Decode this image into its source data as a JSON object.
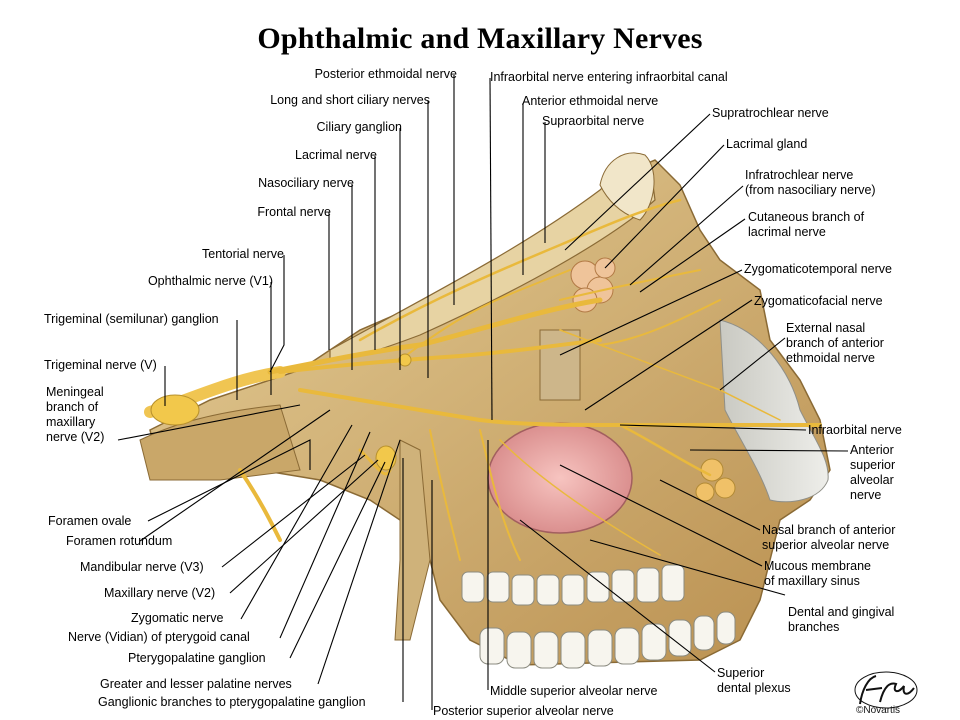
{
  "title": "Ophthalmic and Maxillary Nerves",
  "labels": {
    "l01": "Posterior ethmoidal nerve",
    "l02": "Long and short ciliary nerves",
    "l03": "Ciliary ganglion",
    "l04": "Lacrimal nerve",
    "l05": "Nasociliary nerve",
    "l06": "Frontal nerve",
    "l07": "Tentorial nerve",
    "l08": "Ophthalmic nerve (V1)",
    "l09": "Trigeminal (semilunar) ganglion",
    "l10": "Trigeminal nerve (V)",
    "l11": "Meningeal\nbranch of\nmaxillary\nnerve (V2)",
    "l12": "Foramen ovale",
    "l13": "Foramen rotundum",
    "l14": "Mandibular nerve (V3)",
    "l15": "Maxillary nerve (V2)",
    "l16": "Zygomatic nerve",
    "l17": "Nerve (Vidian) of pterygoid canal",
    "l18": "Pterygopalatine ganglion",
    "l19": "Greater and lesser palatine nerves",
    "l20": "Ganglionic branches to pterygopalatine ganglion",
    "r01": "Infraorbital nerve entering infraorbital canal",
    "r02": "Anterior ethmoidal nerve",
    "r03": "Supraorbital nerve",
    "r04": "Supratrochlear nerve",
    "r05": "Lacrimal gland",
    "r06": "Infratrochlear nerve\n(from nasociliary nerve)",
    "r07": "Cutaneous branch of\nlacrimal nerve",
    "r08": "Zygomaticotemporal nerve",
    "r09": "Zygomaticofacial nerve",
    "r10": "External nasal\nbranch of anterior\nethmoidal nerve",
    "r11": "Infraorbital nerve",
    "r12": "Anterior\nsuperior\nalveolar\nnerve",
    "r13": "Nasal branch of anterior\nsuperior alveolar nerve",
    "r14": "Mucous membrane\nof maxillary sinus",
    "r15": "Dental and gingival\nbranches",
    "r16": "Superior\ndental plexus",
    "b01": "Middle superior alveolar nerve",
    "b02": "Posterior superior alveolar nerve"
  },
  "logo": {
    "signature": "F. Netter",
    "credit": "©Novartis"
  },
  "colors": {
    "bone": "#d8b97a",
    "boneDark": "#a27a3c",
    "nerve": "#f2c84b",
    "sinus": "#e9a0a0",
    "leader": "#000000"
  }
}
